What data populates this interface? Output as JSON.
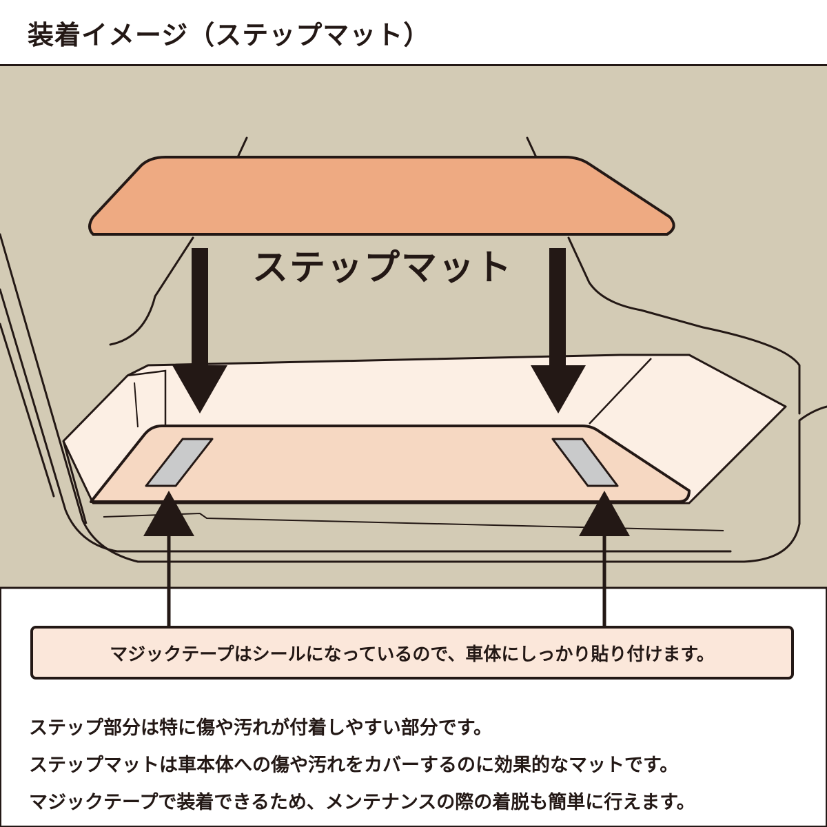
{
  "header": {
    "title": "装着イメージ（ステップマット）"
  },
  "diagram": {
    "mat_label": "ステップマット"
  },
  "note": {
    "text": "マジックテープはシールになっているので、車体にしっかり貼り付けます。"
  },
  "description": {
    "lines": [
      "ステップ部分は特に傷や汚れが付着しやすい部分です。",
      "ステップマットは車本体への傷や汚れをカバーするのに効果的なマットです。",
      "マジックテープで装着できるため、メンテナンスの際の着脱も簡単に行えます。"
    ]
  },
  "colors": {
    "background": "#d3cbb5",
    "mat_label_fill": "#eeaa82",
    "floor_light": "#fcefe4",
    "mat_fill": "#f6d8c2",
    "velcro": "#c9cacb",
    "note_fill": "#fbe7da",
    "outline": "#231815"
  }
}
